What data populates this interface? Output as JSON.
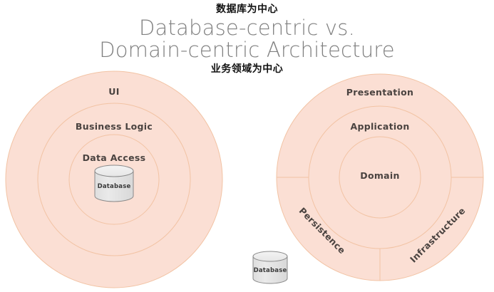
{
  "annotations": {
    "top_note": "数据库为中心",
    "bottom_note": "业务领域为中心"
  },
  "title": {
    "line1": "Database-centric vs.",
    "line2": "Domain-centric Architecture"
  },
  "colors": {
    "ring_fill": "#fbdfd4",
    "ring_stroke": "#f2c3a4",
    "label_text": "#4a4340",
    "title_text": "#808080",
    "note_text": "#111111",
    "cylinder_fill": "#e4e4e4",
    "cylinder_top": "#efefef",
    "cylinder_stroke": "#8a8a8a",
    "background": "#ffffff"
  },
  "left_diagram": {
    "name": "database-centric",
    "rings": [
      {
        "label": "UI",
        "level": 1
      },
      {
        "label": "Business Logic",
        "level": 2
      },
      {
        "label": "Data Access",
        "level": 3
      }
    ],
    "center_node": {
      "label": "Database",
      "shape": "cylinder"
    }
  },
  "right_diagram": {
    "name": "domain-centric",
    "rings": [
      {
        "label": "Presentation",
        "level": 1
      },
      {
        "label": "Application",
        "level": 2
      },
      {
        "label": "Domain",
        "level": 3
      }
    ],
    "outer_ring_segments": [
      {
        "label": "Persistence",
        "position": "lower-left"
      },
      {
        "label": "Infrastructure",
        "position": "lower-right"
      }
    ]
  },
  "external_node": {
    "label": "Database",
    "shape": "cylinder"
  }
}
